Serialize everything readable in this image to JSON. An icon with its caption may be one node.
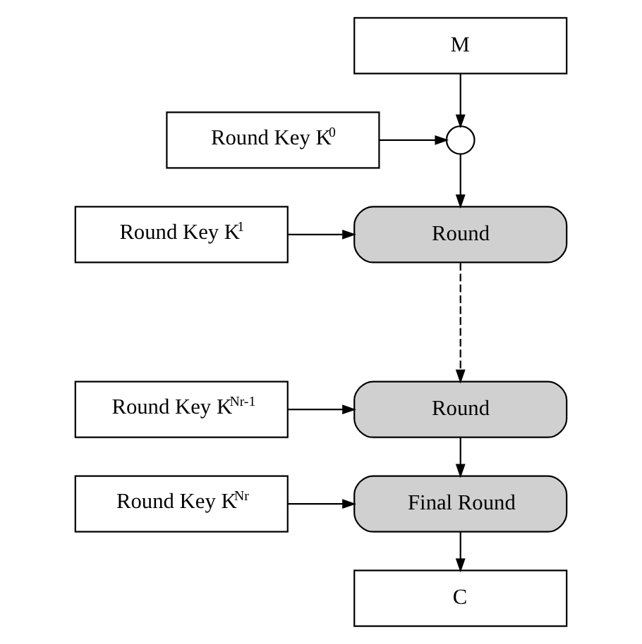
{
  "diagram": {
    "nodes": [
      {
        "text": [
          "M"
        ]
      },
      {
        "text": [],
        "shape": "circle"
      },
      {
        "text": [
          "Round Key K$^{0}$"
        ]
      },
      {
        "text": [
          "Round"
        ]
      },
      {
        "text": [
          "Round Key K$^{1}$"
        ]
      },
      {
        "text": [
          "Round"
        ]
      },
      {
        "text": [
          "Round Key K$^{Nr-1}$"
        ]
      },
      {
        "text": [
          "Final Round"
        ]
      },
      {
        "text": [
          "Round Key K$^{Nr}$"
        ]
      },
      {
        "text": [
          "C"
        ]
      }
    ],
    "edges": [
      {
        "from": 0,
        "to": 1,
        "arrow": "to"
      },
      {
        "from": 2,
        "to": 1,
        "arrow": "to"
      },
      {
        "from": 1,
        "to": 3,
        "arrow": "to"
      },
      {
        "from": 4,
        "to": 3,
        "arrow": "to"
      },
      {
        "from": 3,
        "to": 5,
        "arrow": "to",
        "style": "dashed"
      },
      {
        "from": 6,
        "to": 5,
        "arrow": "to"
      },
      {
        "from": 5,
        "to": 7,
        "arrow": "to"
      },
      {
        "from": 8,
        "to": 7,
        "arrow": "to"
      },
      {
        "from": 7,
        "to": 9,
        "arrow": "to"
      }
    ]
  }
}
